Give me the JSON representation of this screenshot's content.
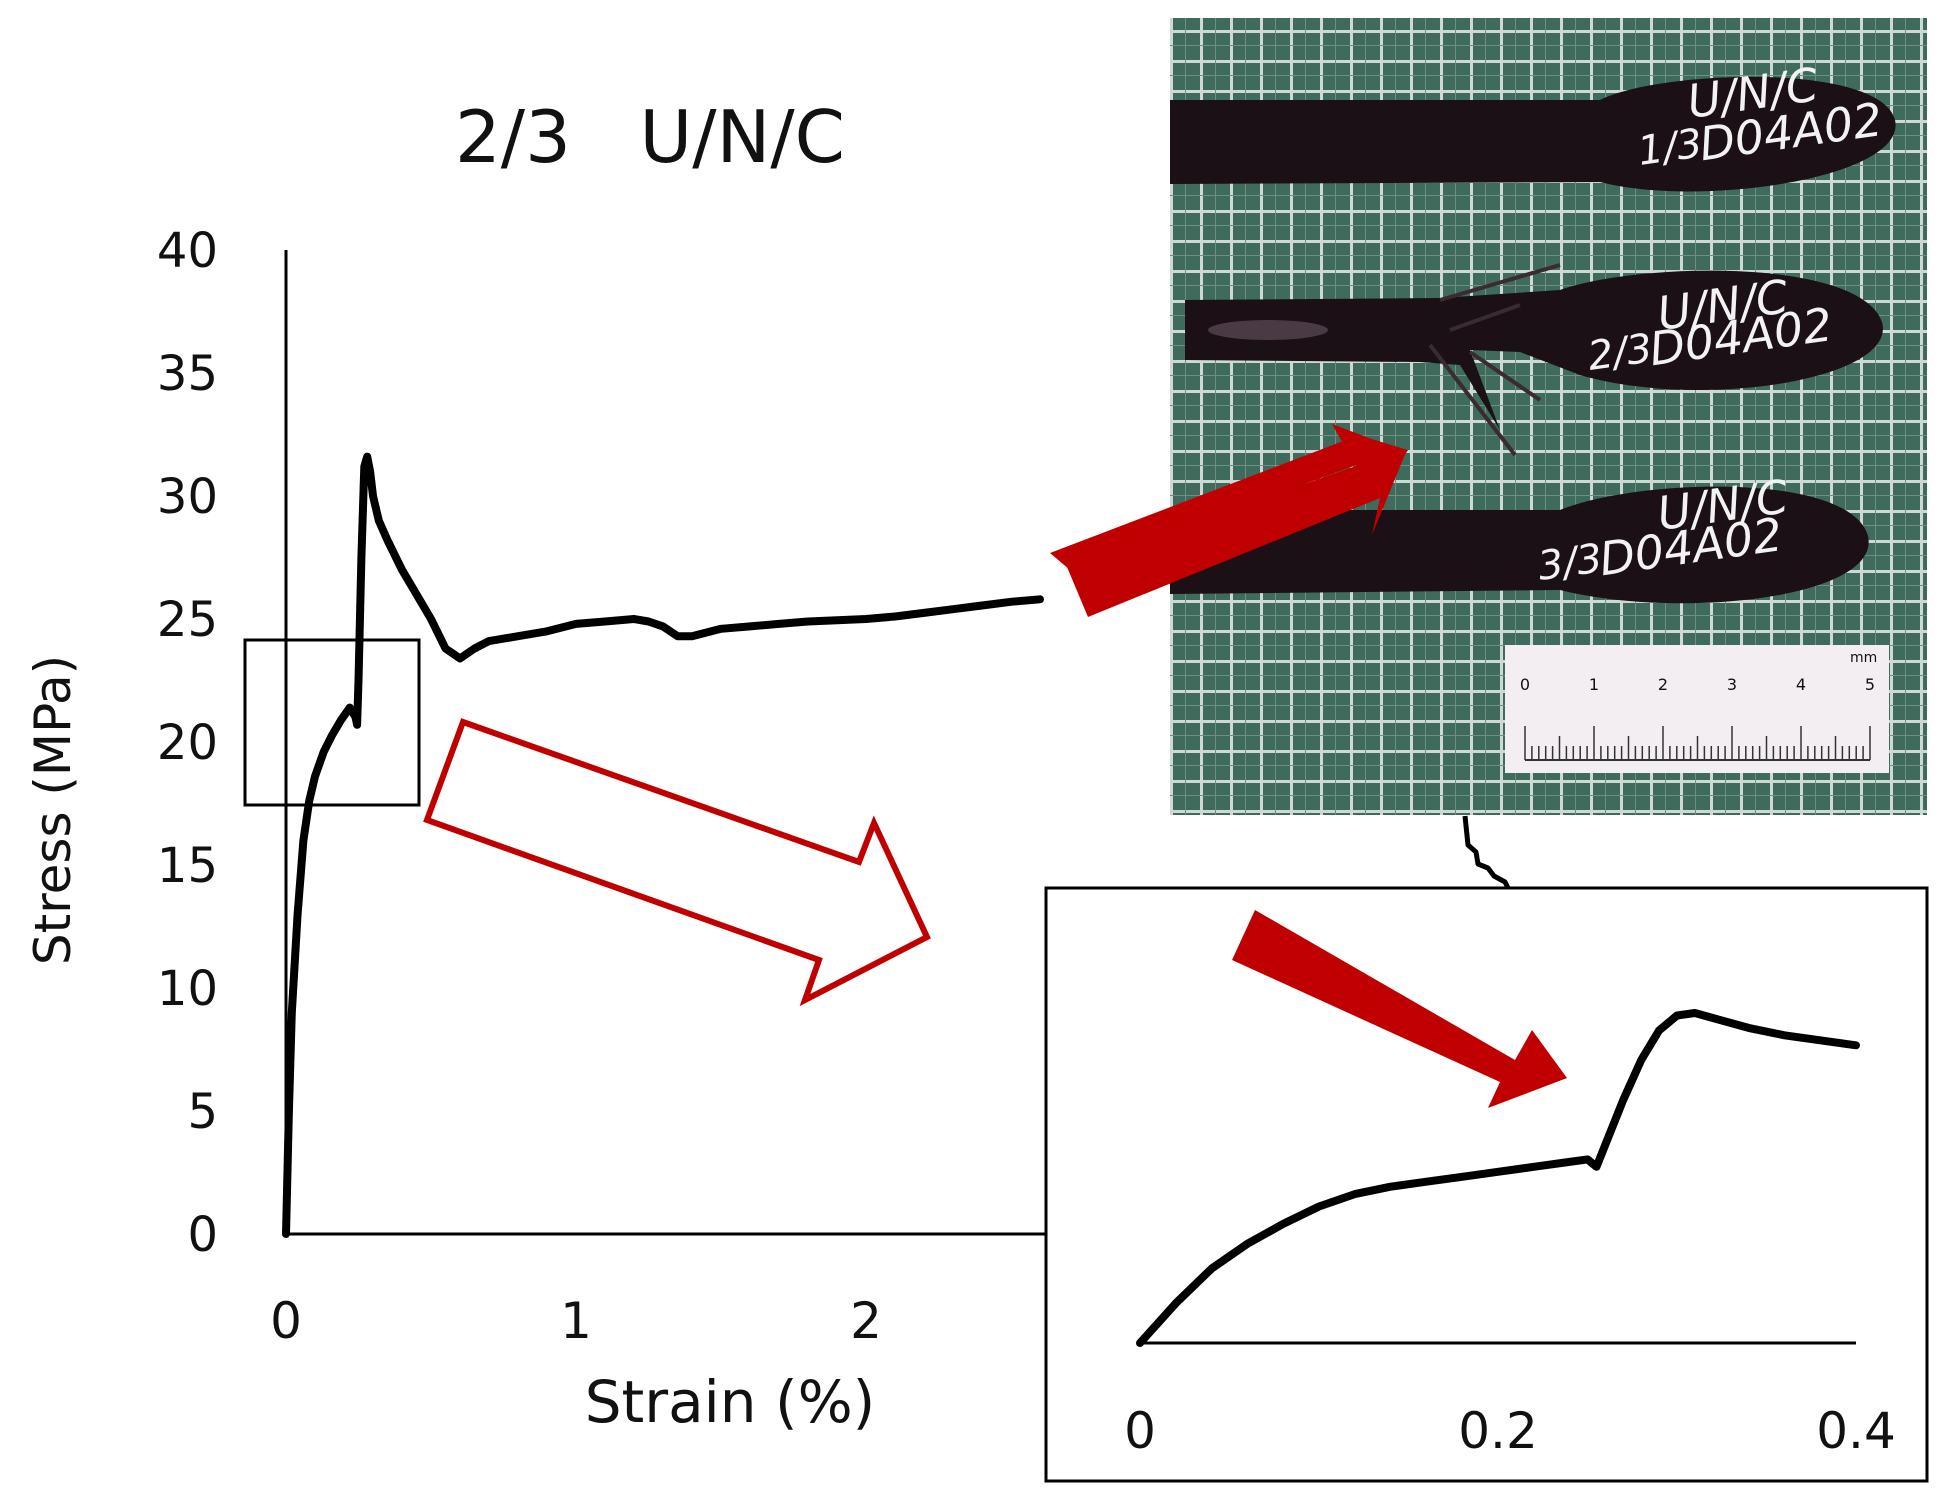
{
  "chart_data": [
    {
      "type": "line",
      "title": "2/3   U/N/C",
      "xlabel": "Strain (%)",
      "ylabel": "Stress (MPa)",
      "xlim": [
        -0.08,
        2.6
      ],
      "ylim": [
        0,
        40
      ],
      "xticks": [
        "0",
        "1",
        "2"
      ],
      "yticks": [
        "0",
        "5",
        "10",
        "15",
        "20",
        "25",
        "30",
        "35",
        "40"
      ],
      "grid": false,
      "series": [
        {
          "color": "#000000",
          "x": [
            0,
            0.01,
            0.02,
            0.04,
            0.06,
            0.08,
            0.1,
            0.13,
            0.16,
            0.19,
            0.22,
            0.24,
            0.245,
            0.25,
            0.26,
            0.27,
            0.28,
            0.29,
            0.3,
            0.32,
            0.35,
            0.4,
            0.45,
            0.5,
            0.55,
            0.6,
            0.65,
            0.7,
            0.8,
            0.9,
            1.0,
            1.1,
            1.2,
            1.25,
            1.3,
            1.35,
            1.4,
            1.5,
            1.6,
            1.7,
            1.8,
            1.9,
            2.0,
            2.1,
            2.2,
            2.3,
            2.4,
            2.5,
            2.6
          ],
          "y": [
            0,
            5,
            9,
            13,
            16,
            17.6,
            18.6,
            19.6,
            20.3,
            20.9,
            21.4,
            21.0,
            20.7,
            22.5,
            27.5,
            31.2,
            31.6,
            31.0,
            30.0,
            29.0,
            28.2,
            27.0,
            26.0,
            25.0,
            23.8,
            23.4,
            23.8,
            24.1,
            24.3,
            24.5,
            24.8,
            24.9,
            25.0,
            24.9,
            24.7,
            24.3,
            24.3,
            24.6,
            24.7,
            24.8,
            24.9,
            24.95,
            25.0,
            25.1,
            25.25,
            25.4,
            25.55,
            25.7,
            25.8
          ]
        }
      ],
      "annotations": [
        "zoom box around initial region",
        "hollow arrow pointing to inset"
      ]
    },
    {
      "type": "line",
      "panel": "inset",
      "xlim": [
        0,
        0.4
      ],
      "xticks": [
        "0",
        "0.2",
        "0.4"
      ],
      "series": [
        {
          "color": "#000000",
          "x": [
            0,
            0.02,
            0.04,
            0.06,
            0.08,
            0.1,
            0.12,
            0.14,
            0.16,
            0.18,
            0.2,
            0.22,
            0.24,
            0.25,
            0.255,
            0.26,
            0.27,
            0.28,
            0.29,
            0.3,
            0.31,
            0.32,
            0.34,
            0.36,
            0.38,
            0.4
          ],
          "y": [
            17.8,
            18.6,
            19.3,
            19.8,
            20.2,
            20.55,
            20.8,
            20.95,
            21.05,
            21.15,
            21.25,
            21.35,
            21.45,
            21.5,
            21.35,
            21.8,
            22.7,
            23.5,
            24.1,
            24.4,
            24.45,
            24.35,
            24.15,
            24.0,
            23.9,
            23.8
          ]
        }
      ],
      "annotations": [
        "solid red arrow indicating load drop"
      ]
    }
  ],
  "photo": {
    "description_labels": [
      "U/N/C",
      "1/3",
      "D04A02",
      "U/N/C",
      "2/3",
      "D04A02",
      "U/N/C",
      "3/3",
      "D04A02"
    ],
    "ruler_unit": "mm",
    "ruler_ticks": [
      "0",
      "1",
      "2",
      "3",
      "4",
      "5"
    ]
  },
  "colors": {
    "accent_red": "#c00000",
    "background": "#ffffff",
    "board_green": "#3e6b5b",
    "specimen": "#1a1015"
  }
}
